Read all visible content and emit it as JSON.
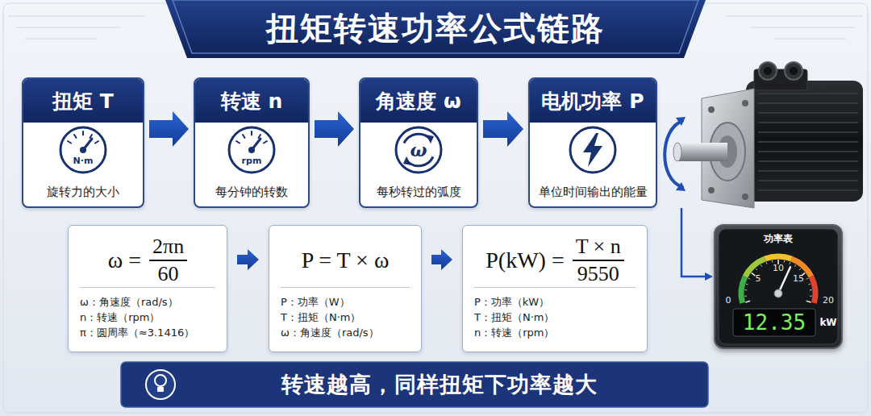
{
  "diagram": {
    "title": "扭矩转速功率公式链路",
    "caption": "转速越高，同样扭矩下功率越大",
    "nodes": [
      {
        "text": [
          "扭矩 T",
          "N·m",
          "旋转力的大小"
        ]
      },
      {
        "text": [
          "转速 n",
          "rpm",
          "每分钟的转数"
        ]
      },
      {
        "text": [
          "角速度 ω",
          "ω",
          "每秒转过的弧度"
        ]
      },
      {
        "text": [
          "电机功率 P",
          "单位时间输出的能量"
        ]
      },
      {
        "text": [
          "ω =",
          "2πn",
          "60",
          "ω：角速度（rad/s）",
          "n：转速（rpm）",
          "π：圆周率（≈3.1416）"
        ]
      },
      {
        "text": [
          "P = T × ω",
          "P：功率（W）",
          "T：扭矩（N·m）",
          "ω：角速度（rad/s）"
        ]
      },
      {
        "text": [
          "P(kW) =",
          "T × n",
          "9550",
          "P：功率（kW）",
          "T：扭矩（N·m）",
          "n：转速（rpm）"
        ]
      },
      {
        "text": [
          "功率表",
          "0",
          "5",
          "10",
          "15",
          "20",
          "12.35",
          "kW"
        ]
      }
    ],
    "edges": [
      {
        "from": 0,
        "to": 1,
        "arrow": "to"
      },
      {
        "from": 1,
        "to": 2,
        "arrow": "to"
      },
      {
        "from": 2,
        "to": 3,
        "arrow": "to"
      },
      {
        "from": 4,
        "to": 5,
        "arrow": "to"
      },
      {
        "from": 5,
        "to": 6,
        "arrow": "to"
      }
    ]
  }
}
